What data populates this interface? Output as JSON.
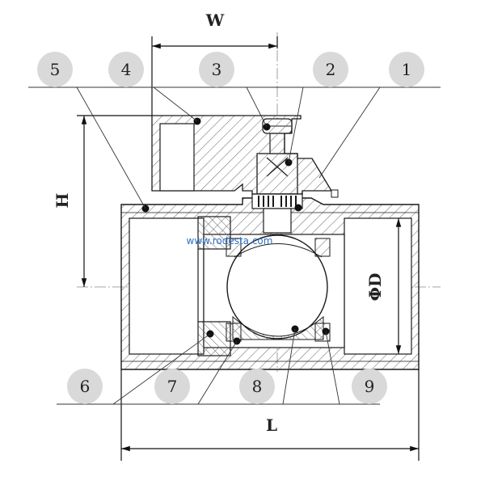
{
  "dimensions": {
    "width_label": "W",
    "height_label": "H",
    "length_label": "L",
    "diameter_label": "ΦD"
  },
  "callouts": [
    "5",
    "4",
    "3",
    "2",
    "1",
    "6",
    "7",
    "8",
    "9"
  ],
  "watermark": "www.rodesta.com",
  "colors": {
    "line": "#1a1a1a",
    "callout_fill": "#d9d9d9",
    "hatch": "#555555",
    "watermark": "#2f6fc0"
  }
}
